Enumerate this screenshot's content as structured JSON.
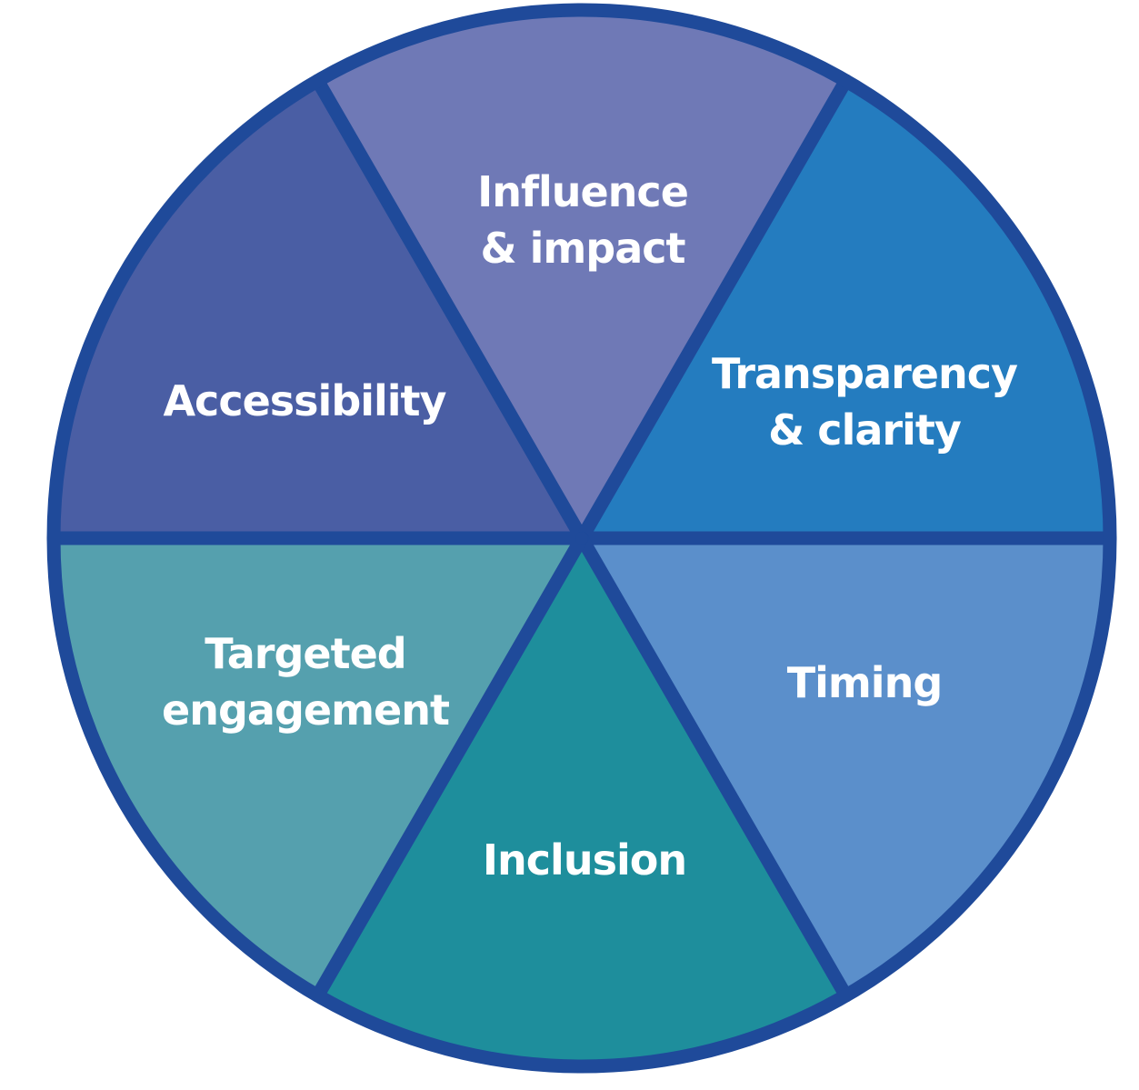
{
  "diagram": {
    "type": "segmented-wheel",
    "outline_color": "#1F4A9A",
    "label_color": "#FFFFFF",
    "segments": [
      {
        "id": "influence-impact",
        "label_lines": [
          "Influence",
          "& impact"
        ],
        "color": "#6F79B6"
      },
      {
        "id": "transparency-clarity",
        "label_lines": [
          "Transparency",
          "& clarity"
        ],
        "color": "#247CBF"
      },
      {
        "id": "timing",
        "label_lines": [
          "Timing"
        ],
        "color": "#5B8FCB"
      },
      {
        "id": "inclusion",
        "label_lines": [
          "Inclusion"
        ],
        "color": "#1E8E9C"
      },
      {
        "id": "targeted-engagement",
        "label_lines": [
          "Targeted",
          "engagement"
        ],
        "color": "#55A0AE"
      },
      {
        "id": "accessibility",
        "label_lines": [
          "Accessibility"
        ],
        "color": "#4A5EA4"
      }
    ]
  }
}
